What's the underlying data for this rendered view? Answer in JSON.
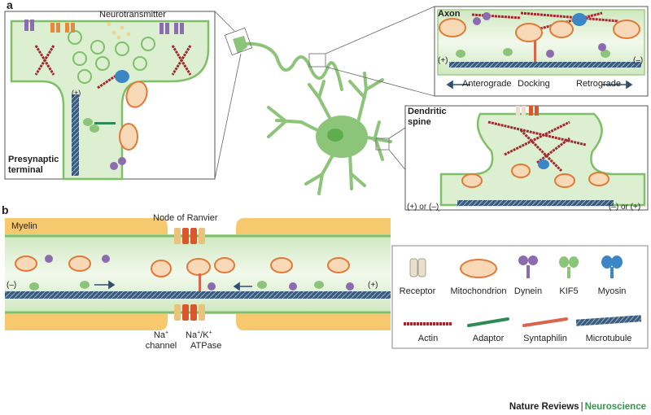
{
  "panel_a": {
    "letter": "a",
    "presynaptic": {
      "label_line1": "Presynaptic",
      "label_line2": "terminal",
      "neurotransmitter": "Neurotransmitter",
      "plus": "(+)"
    },
    "axon": {
      "title": "Axon",
      "plus": "(+)",
      "minus": "(–)",
      "anterograde": "Anterograde",
      "docking": "Docking",
      "retrograde": "Retrograde"
    },
    "dendritic_spine": {
      "title_line1": "Dendritic",
      "title_line2": "spine",
      "left_polarity": "(+) or (–)",
      "right_polarity": "(–) or (+)"
    }
  },
  "panel_b": {
    "letter": "b",
    "myelin": "Myelin",
    "node_of_ranvier": "Node of Ranvier",
    "minus": "(–)",
    "plus": "(+)",
    "na_channel_line1": "Na",
    "na_channel_sup": "+",
    "na_channel_line2": "channel",
    "atpase_line1a": "Na",
    "atpase_sup1": "+",
    "atpase_line1b": "/K",
    "atpase_sup2": "+",
    "atpase_line2": "ATPase"
  },
  "legend": {
    "receptor": "Receptor",
    "mitochondrion": "Mitochondrion",
    "dynein": "Dynein",
    "kif5": "KIF5",
    "myosin": "Myosin",
    "actin": "Actin",
    "adaptor": "Adaptor",
    "syntaphilin": "Syntaphilin",
    "microtubule": "Microtubule"
  },
  "footer": {
    "journal": "Nature Reviews",
    "separator": "|",
    "subject": "Neuroscience"
  },
  "colors": {
    "cytoplasm": "#dcefd0",
    "membrane": "#7fbf6a",
    "neuron": "#8cc47a",
    "myelin": "#f6c96e",
    "mito_fill": "#f7d9b8",
    "mito_edge": "#e07a36",
    "microtubule": "#2f4f6f",
    "actin": "#a2282d",
    "kif5": "#8cc47a",
    "dynein": "#8c6bb1",
    "myosin": "#3d86c6",
    "adaptor": "#2e8b57",
    "syntaphilin": "#d9654a",
    "receptor": "#e8dfcf",
    "channel": "#e9c37a",
    "atpase": "#d9572b",
    "brand_green": "#2e9a48"
  }
}
